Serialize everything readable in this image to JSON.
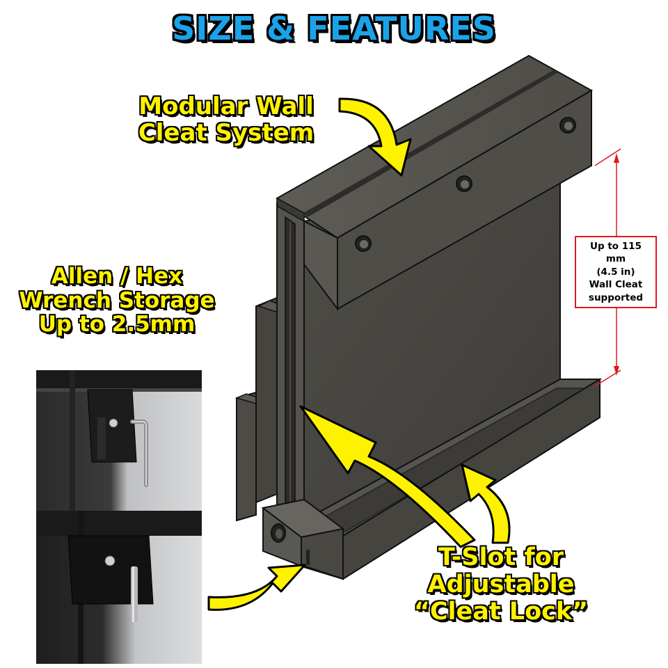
{
  "title": "SIZE & FEATURES",
  "callouts": {
    "modular": [
      "Modular Wall",
      "Cleat System"
    ],
    "allen": [
      "Allen / Hex",
      "Wrench Storage",
      "Up to 2.5mm"
    ],
    "tslot": [
      "T-Slot for",
      "Adjustable",
      "“Cleat Lock”"
    ]
  },
  "dimension": [
    "Up to 115",
    "mm",
    "(4.5 in)",
    "Wall Cleat",
    "supported"
  ],
  "colors": {
    "title_fill": "#1ba3ea",
    "callout_fill": "#fff200",
    "arrow_fill": "#fff200",
    "dimension_line": "#e0191f",
    "part_gray": "#4a4843"
  },
  "icons": [
    "curved-arrow-icon",
    "dimension-arrow-icon"
  ]
}
